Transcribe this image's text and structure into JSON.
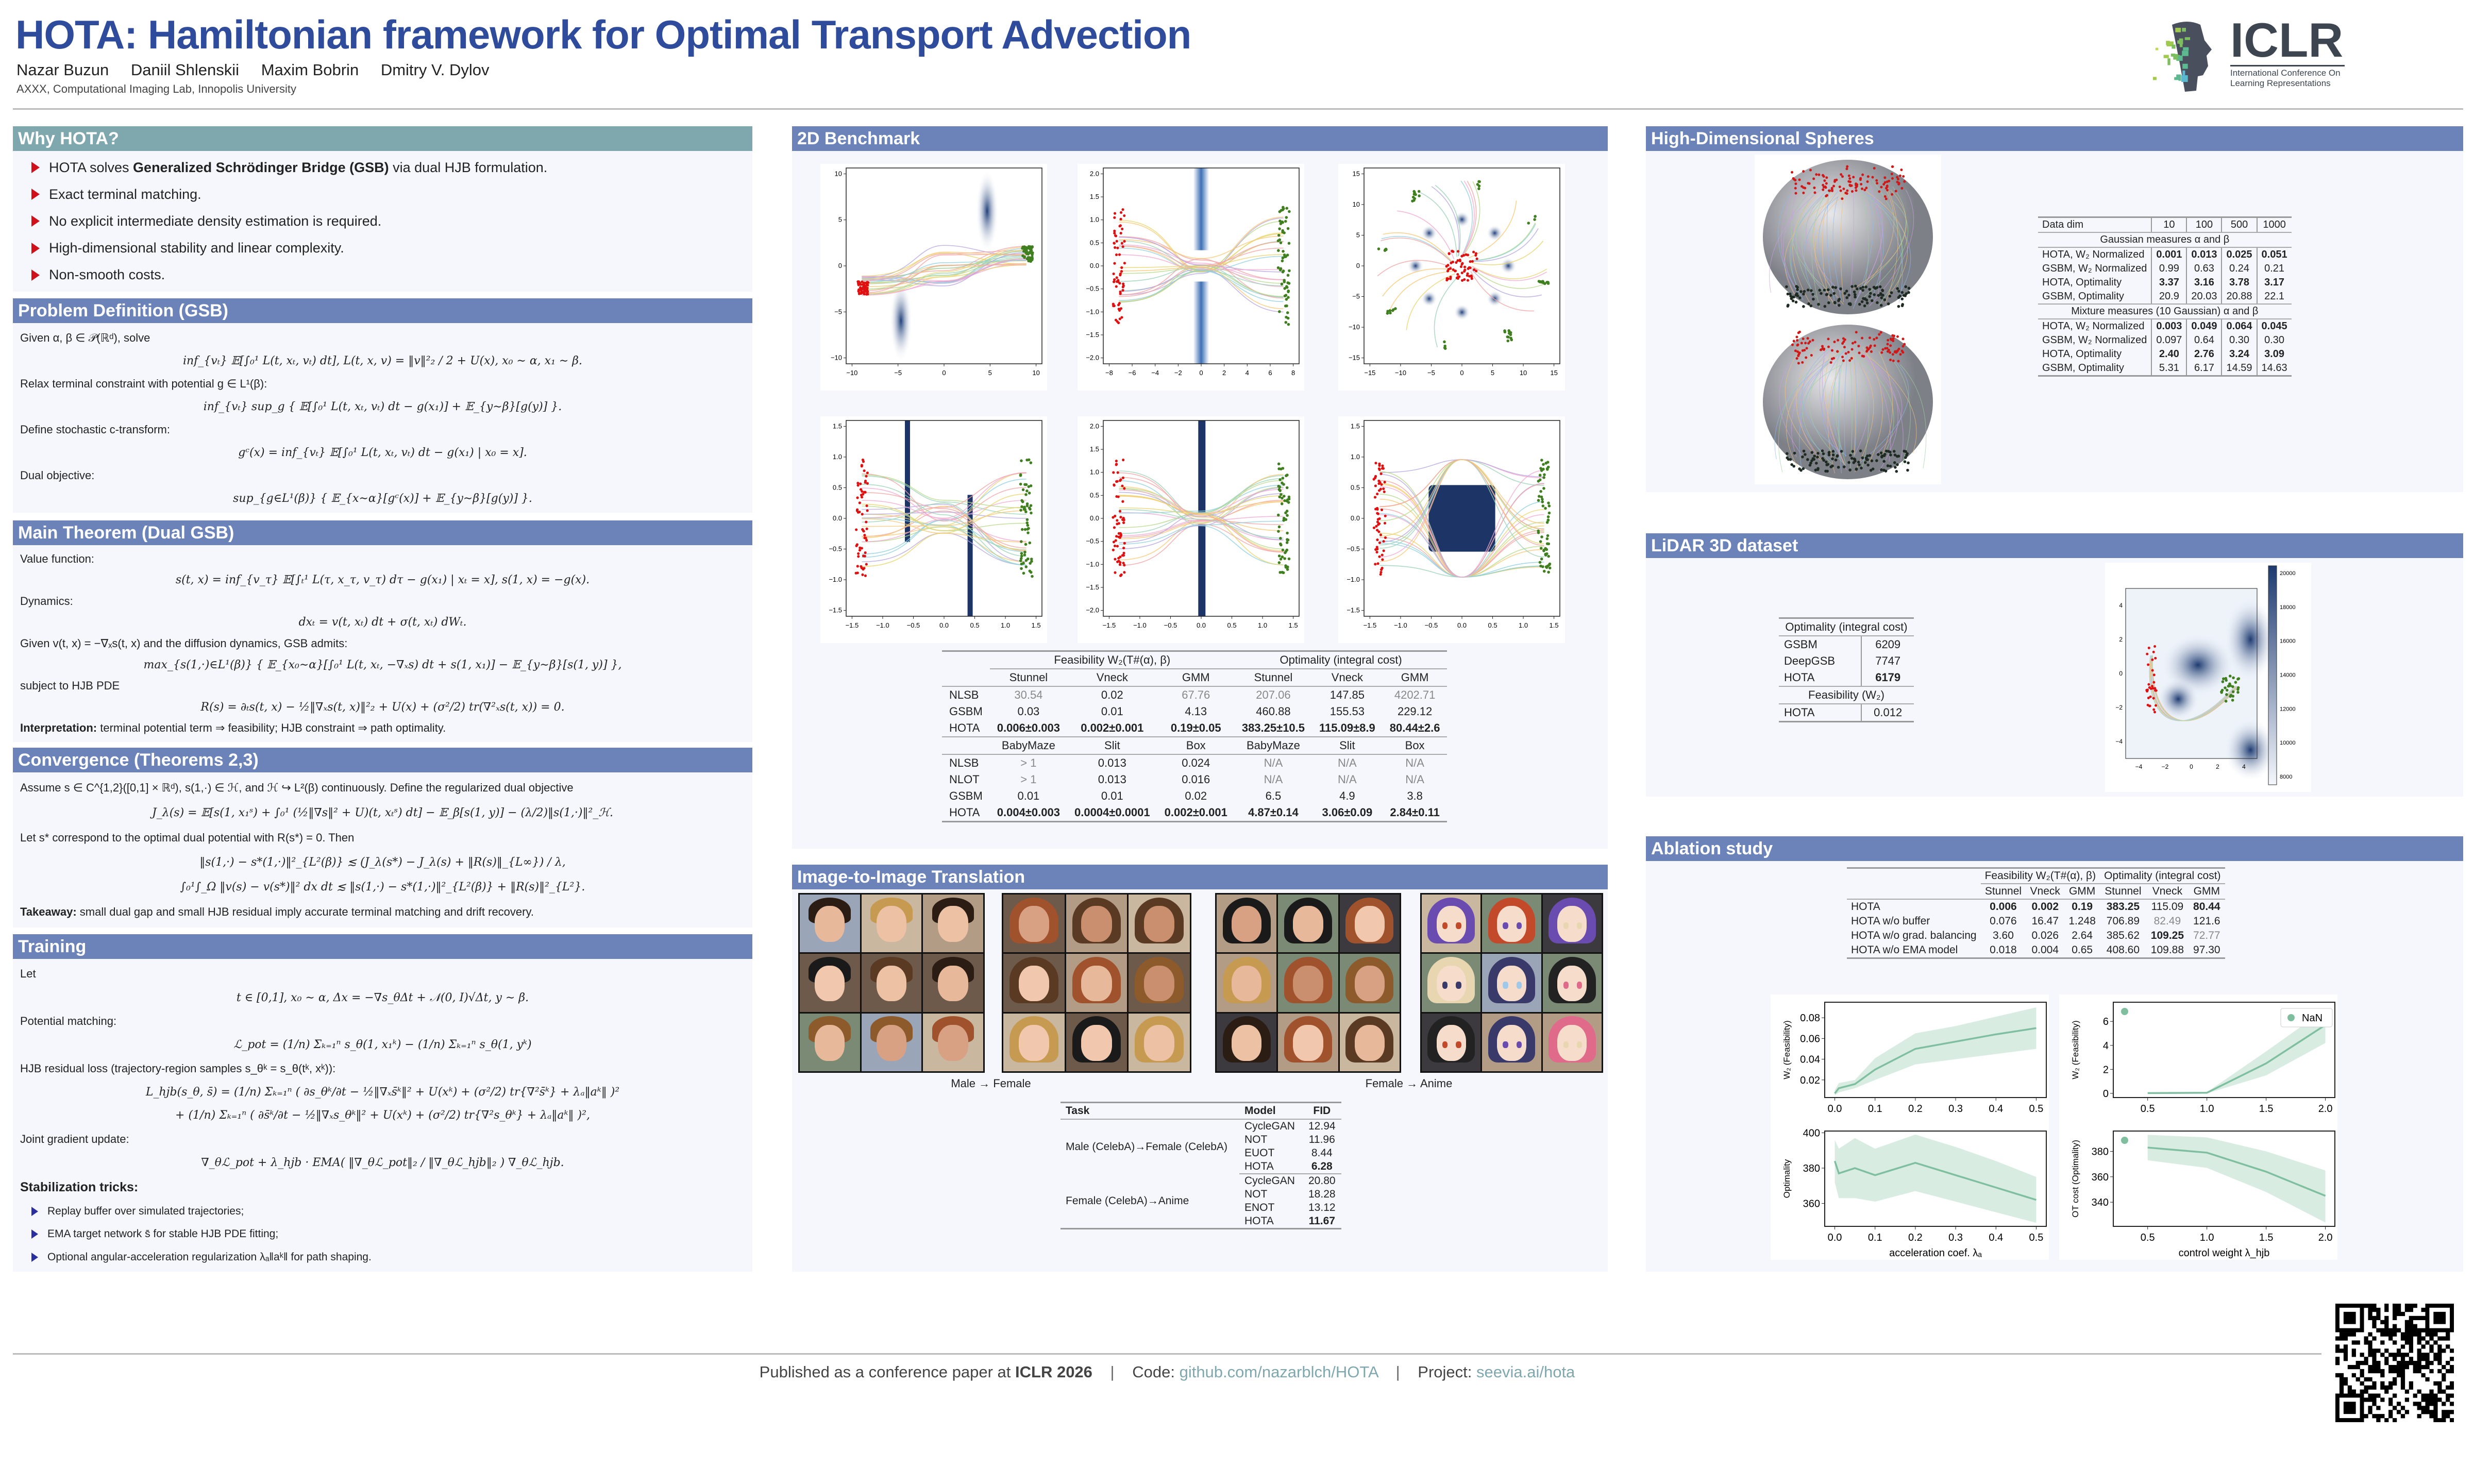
{
  "header": {
    "title": "HOTA: Hamiltonian framework for Optimal Transport Advection",
    "authors": [
      "Nazar Buzun",
      "Daniil Shlenskii",
      "Maxim Bobrin",
      "Dmitry V. Dylov"
    ],
    "affiliation": "AXXX, Computational Imaging Lab, Innopolis University",
    "logo": {
      "text": "ICLR",
      "subtitle_1": "International Conference On",
      "subtitle_2": "Learning Representations"
    }
  },
  "colors": {
    "title": "#2f4b9c",
    "section_header": "#6b83b9",
    "why_header": "#7fa7ae",
    "bullet_red": "#d0101a",
    "bullet_blue": "#2a2fa0",
    "link": "#7fa7ae",
    "series": "#7fbf9f"
  },
  "why": {
    "title": "Why HOTA?",
    "bullets": [
      {
        "pre": "HOTA solves ",
        "bold": "Generalized Schrödinger Bridge (GSB)",
        "post": " via dual HJB formulation."
      },
      {
        "pre": "Exact terminal matching."
      },
      {
        "pre": "No explicit intermediate density estimation is required."
      },
      {
        "pre": "High-dimensional stability and linear complexity."
      },
      {
        "pre": "Non-smooth costs."
      }
    ]
  },
  "problem": {
    "title": "Problem Definition (GSB)",
    "t1": "Given α, β ∈ 𝒫(ℝᵈ), solve",
    "e1": "inf_{vₜ} 𝔼[∫₀¹ L(t, xₜ, vₜ) dt],   L(t, x, v) = ‖v‖²₂ / 2 + U(x),   x₀ ∼ α,  x₁ ∼ β.",
    "t2": "Relax terminal constraint with potential g ∈ L¹(β):",
    "e2": "inf_{vₜ} sup_g { 𝔼[∫₀¹ L(t, xₜ, vₜ) dt − g(x₁)] + 𝔼_{y∼β}[g(y)] }.",
    "t3": "Define stochastic c-transform:",
    "e3": "gᶜ(x) = inf_{vₜ} 𝔼[∫₀¹ L(t, xₜ, vₜ) dt − g(x₁) | x₀ = x].",
    "t4": "Dual objective:",
    "e4": "sup_{g∈L¹(β)} { 𝔼_{x∼α}[gᶜ(x)] + 𝔼_{y∼β}[g(y)] }."
  },
  "theorem": {
    "title": "Main Theorem (Dual GSB)",
    "t1": "Value function:",
    "e1": "s(t, x) = inf_{v_τ} 𝔼[∫ₜ¹ L(τ, x_τ, v_τ) dτ − g(x₁) | xₜ = x],    s(1, x) = −g(x).",
    "t2": "Dynamics:",
    "e2": "dxₜ = v(t, xₜ) dt + σ(t, xₜ) dWₜ.",
    "t3": "Given v(t, x) = −∇ₓs(t, x) and the diffusion dynamics, GSB admits:",
    "e3": "max_{s(1,·)∈L¹(β)} { 𝔼_{x₀∼α}[∫₀¹ L(t, xₜ, −∇ₓs) dt + s(1, x₁)] − 𝔼_{y∼β}[s(1, y)] },",
    "t4": "subject to HJB PDE",
    "e4": "R(s) = ∂ₜs(t, x) − ½‖∇ₓs(t, x)‖²₂ + U(x) + (σ²/2) tr(∇²ₓs(t, x)) = 0.",
    "interp_label": "Interpretation:",
    "interp": " terminal potential term ⇒ feasibility; HJB constraint ⇒ path optimality."
  },
  "convergence": {
    "title": "Convergence (Theorems 2,3)",
    "t1": "Assume s ∈ C^{1,2}([0,1] × ℝᵈ), s(1,·) ∈ ℋ, and ℋ ↪ L²(β) continuously. Define the regularized dual objective",
    "e1": "J_λ(s) = 𝔼[s(1, x₁ˢ) + ∫₀¹ (½‖∇s‖² + U)(t, xₜˢ) dt] − 𝔼_β[s(1, y)] − (λ/2)‖s(1,·)‖²_ℋ.",
    "t2": "Let s* correspond to the optimal dual potential with R(s*) = 0.  Then",
    "e2": "‖s(1,·) − s*(1,·)‖²_{L²(β)} ≲ (J_λ(s*) − J_λ(s) + ‖R(s)‖_{L∞}) / λ,",
    "e3": "∫₀¹∫_Ω ‖v(s) − v(s*)‖² dx dt ≲ ‖s(1,·) − s*(1,·)‖²_{L²(β)} + ‖R(s)‖²_{L²}.",
    "take_label": "Takeaway:",
    "take": " small dual gap and small HJB residual imply accurate terminal matching and drift recovery."
  },
  "training": {
    "title": "Training",
    "t1": "Let",
    "e1": "t ∈ [0,1],   x₀ ∼ α,   Δx = −∇s_θΔt + 𝒩(0, I)√Δt,   y ∼ β.",
    "t2": "Potential matching:",
    "e2": "ℒ_pot = (1/n) Σₖ₌₁ⁿ s_θ(1, x₁ᵏ) − (1/n) Σₖ₌₁ⁿ s_θ(1, yᵏ)",
    "t3": "HJB residual loss (trajectory-region samples s_θᵏ = s_θ(tᵏ, xᵏ)):",
    "e3a": "L_hjb(s_θ, s̄) = (1/n) Σₖ₌₁ⁿ ( ∂s_θᵏ/∂t − ½‖∇ₓs̄ᵏ‖² + U(xᵏ) + (σ²/2) tr{∇²s̄ᵏ} + λₐ‖aᵏ‖ )²",
    "e3b": "+ (1/n) Σₖ₌₁ⁿ ( ∂s̄ᵏ/∂t − ½‖∇ₓs_θᵏ‖² + U(xᵏ) + (σ²/2) tr{∇²s_θᵏ} + λₐ‖aᵏ‖ )²,",
    "t4": "Joint gradient update:",
    "e4": "∇_θℒ_pot + λ_hjb · EMA( ‖∇_θℒ_pot‖₂ / ‖∇_θℒ_hjb‖₂ ) ∇_θℒ_hjb.",
    "stab": "Stabilization tricks:",
    "tricks": [
      "Replay buffer over simulated trajectories;",
      "EMA target network s̄ for stable HJB PDE fitting;",
      "Optional angular-acceleration regularization λₐ‖aᵏ‖ for path shaping."
    ]
  },
  "bench2d": {
    "title": "2D Benchmark",
    "plots": [
      {
        "name": "stunnel",
        "xticks": [
          "−10",
          "−5",
          "0",
          "5",
          "10"
        ],
        "yticks": [
          "10",
          "5",
          "0",
          "−5",
          "−10"
        ]
      },
      {
        "name": "vneck",
        "xticks": [
          "−8",
          "−6",
          "−4",
          "−2",
          "0",
          "2",
          "4",
          "6",
          "8"
        ],
        "yticks": [
          "2.0",
          "1.5",
          "1.0",
          "0.5",
          "0.0",
          "−0.5",
          "−1.0",
          "−1.5",
          "−2.0"
        ]
      },
      {
        "name": "gmm",
        "xticks": [
          "−15",
          "−10",
          "−5",
          "0",
          "5",
          "10",
          "15"
        ],
        "yticks": [
          "15",
          "10",
          "5",
          "0",
          "−5",
          "−10",
          "−15"
        ]
      },
      {
        "name": "babymaze",
        "xticks": [
          "−1.5",
          "−1.0",
          "−0.5",
          "0.0",
          "0.5",
          "1.0",
          "1.5"
        ],
        "yticks": [
          "1.5",
          "1.0",
          "0.5",
          "0.0",
          "−0.5",
          "−1.0",
          "−1.5"
        ]
      },
      {
        "name": "slit",
        "xticks": [
          "−1.5",
          "−1.0",
          "−0.5",
          "0.0",
          "0.5",
          "1.0",
          "1.5"
        ],
        "yticks": [
          "2.0",
          "1.5",
          "1.0",
          "0.5",
          "0.0",
          "−0.5",
          "−1.0",
          "−1.5",
          "−2.0"
        ]
      },
      {
        "name": "box",
        "xticks": [
          "−1.5",
          "−1.0",
          "−0.5",
          "0.0",
          "0.5",
          "1.0",
          "1.5"
        ],
        "yticks": [
          "1.5",
          "1.0",
          "0.5",
          "0.0",
          "−0.5",
          "−1.0",
          "−1.5"
        ]
      }
    ],
    "table": {
      "group_headers": [
        "Feasibility W₂(T#(α), β)",
        "Optimality (integral cost)"
      ],
      "cols_a": [
        "Stunnel",
        "Vneck",
        "GMM",
        "Stunnel",
        "Vneck",
        "GMM"
      ],
      "rows_a": [
        {
          "c": [
            "NLSB",
            "30.54",
            "0.02",
            "67.76",
            "207.06",
            "147.85",
            "4202.71"
          ],
          "gray": [
            1,
            3,
            4,
            6
          ]
        },
        {
          "c": [
            "GSBM",
            "0.03",
            "0.01",
            "4.13",
            "460.88",
            "155.53",
            "229.12"
          ]
        },
        {
          "c": [
            "HOTA",
            "0.006±0.003",
            "0.002±0.001",
            "0.19±0.05",
            "383.25±10.5",
            "115.09±8.9",
            "80.44±2.6"
          ],
          "bold": [
            1,
            2,
            3,
            4,
            5,
            6
          ]
        }
      ],
      "cols_b": [
        "BabyMaze",
        "Slit",
        "Box",
        "BabyMaze",
        "Slit",
        "Box"
      ],
      "rows_b": [
        {
          "c": [
            "NLSB",
            "> 1",
            "0.013",
            "0.024",
            "N/A",
            "N/A",
            "N/A"
          ],
          "gray": [
            1,
            4,
            5,
            6
          ]
        },
        {
          "c": [
            "NLOT",
            "> 1",
            "0.013",
            "0.016",
            "N/A",
            "N/A",
            "N/A"
          ],
          "gray": [
            1,
            4,
            5,
            6
          ]
        },
        {
          "c": [
            "GSBM",
            "0.01",
            "0.01",
            "0.02",
            "6.5",
            "4.9",
            "3.8"
          ]
        },
        {
          "c": [
            "HOTA",
            "0.004±0.003",
            "0.0004±0.0001",
            "0.002±0.001",
            "4.87±0.14",
            "3.06±0.09",
            "2.84±0.11"
          ],
          "bold": [
            1,
            2,
            3,
            4,
            5,
            6
          ]
        }
      ]
    }
  },
  "i2i": {
    "title": "Image-to-Image Translation",
    "caption_1": "Male → Female",
    "caption_2": "Female → Anime",
    "table": {
      "headers": [
        "Task",
        "Model",
        "FID"
      ],
      "groups": [
        {
          "task": "Male (CelebA)→Female (CelebA)",
          "rows": [
            [
              "CycleGAN",
              "12.94"
            ],
            [
              "NOT",
              "11.96"
            ],
            [
              "EUOT",
              "8.44"
            ],
            [
              "HOTA",
              "6.28"
            ]
          ]
        },
        {
          "task": "Female (CelebA)→Anime",
          "rows": [
            [
              "CycleGAN",
              "20.80"
            ],
            [
              "NOT",
              "18.28"
            ],
            [
              "ENOT",
              "13.12"
            ],
            [
              "HOTA",
              "11.67"
            ]
          ]
        }
      ]
    }
  },
  "highdim": {
    "title": "High-Dimensional Spheres",
    "table": {
      "head": [
        "Data dim",
        "10",
        "100",
        "500",
        "1000"
      ],
      "group_1": "Gaussian measures α and β",
      "rows_1": [
        {
          "c": [
            "HOTA, W₂ Normalized",
            "0.001",
            "0.013",
            "0.025",
            "0.051"
          ],
          "bold": [
            1,
            2,
            3,
            4
          ]
        },
        {
          "c": [
            "GSBM, W₂ Normalized",
            "0.99",
            "0.63",
            "0.24",
            "0.21"
          ]
        },
        {
          "c": [
            "HOTA, Optimality",
            "3.37",
            "3.16",
            "3.78",
            "3.17"
          ],
          "bold": [
            1,
            2,
            3,
            4
          ]
        },
        {
          "c": [
            "GSBM, Optimality",
            "20.9",
            "20.03",
            "20.88",
            "22.1"
          ]
        }
      ],
      "group_2": "Mixture measures (10 Gaussian) α and β",
      "rows_2": [
        {
          "c": [
            "HOTA, W₂ Normalized",
            "0.003",
            "0.049",
            "0.064",
            "0.045"
          ],
          "bold": [
            1,
            2,
            3,
            4
          ]
        },
        {
          "c": [
            "GSBM, W₂ Normalized",
            "0.097",
            "0.64",
            "0.30",
            "0.30"
          ]
        },
        {
          "c": [
            "HOTA, Optimality",
            "2.40",
            "2.76",
            "3.24",
            "3.09"
          ],
          "bold": [
            1,
            2,
            3,
            4
          ]
        },
        {
          "c": [
            "GSBM, Optimality",
            "5.31",
            "6.17",
            "14.59",
            "14.63"
          ]
        }
      ]
    }
  },
  "lidar": {
    "title": "LiDAR 3D dataset",
    "table": {
      "head_1": "Optimality (integral cost)",
      "rows_1": [
        {
          "c": [
            "GSBM",
            "6209"
          ]
        },
        {
          "c": [
            "DeepGSB",
            "7747"
          ]
        },
        {
          "c": [
            "HOTA",
            "6179"
          ],
          "bold": [
            1
          ]
        }
      ],
      "head_2": "Feasibility (W₂)",
      "rows_2": [
        {
          "c": [
            "HOTA",
            "0.012"
          ]
        }
      ]
    },
    "plot": {
      "xticks": [
        "−4",
        "−2",
        "0",
        "2",
        "4"
      ],
      "yticks": [
        "4",
        "2",
        "0",
        "−2",
        "−4"
      ],
      "colorbar_ticks": [
        "20000",
        "18000",
        "16000",
        "14000",
        "12000",
        "10000",
        "8000"
      ]
    }
  },
  "ablation": {
    "title": "Ablation study",
    "table": {
      "group_headers": [
        "Feasibility W₂(T#(α), β)",
        "Optimality (integral cost)"
      ],
      "cols": [
        "Stunnel",
        "Vneck",
        "GMM",
        "Stunnel",
        "Vneck",
        "GMM"
      ],
      "rows": [
        {
          "c": [
            "HOTA",
            "0.006",
            "0.002",
            "0.19",
            "383.25",
            "115.09",
            "80.44"
          ],
          "bold": [
            1,
            2,
            3,
            4,
            6
          ]
        },
        {
          "c": [
            "HOTA w/o buffer",
            "0.076",
            "16.47",
            "1.248",
            "706.89",
            "82.49",
            "121.6"
          ],
          "gray": [
            5
          ]
        },
        {
          "c": [
            "HOTA w/o grad. balancing",
            "3.60",
            "0.026",
            "2.64",
            "385.62",
            "109.25",
            "72.77"
          ],
          "bold": [
            5
          ],
          "gray": [
            6
          ]
        },
        {
          "c": [
            "HOTA w/o EMA model",
            "0.018",
            "0.004",
            "0.65",
            "408.60",
            "109.88",
            "97.30"
          ]
        }
      ]
    }
  },
  "chart_data": [
    {
      "type": "area",
      "title": "",
      "xlabel": "",
      "ylabel": "W₂ (Feasibility)",
      "x": [
        0,
        0.01,
        0.05,
        0.1,
        0.2,
        0.3,
        0.4,
        0.5
      ],
      "values": [
        0.007,
        0.012,
        0.016,
        0.03,
        0.05,
        0.057,
        0.064,
        0.07
      ],
      "lower": [
        0.005,
        0.008,
        0.012,
        0.02,
        0.035,
        0.04,
        0.045,
        0.05
      ],
      "upper": [
        0.01,
        0.017,
        0.02,
        0.041,
        0.065,
        0.072,
        0.081,
        0.09
      ],
      "xlim": [
        -0.025,
        0.525
      ],
      "ylim": [
        0.003,
        0.095
      ],
      "xticks": [
        0,
        0.1,
        0.2,
        0.3,
        0.4,
        0.5
      ],
      "xtick_labels": [
        "0.0",
        "0.1",
        "0.2",
        "0.3",
        "0.4",
        "0.5"
      ],
      "yticks": [
        0.02,
        0.04,
        0.06,
        0.08
      ],
      "ytick_labels": [
        "0.02",
        "0.04",
        "0.06",
        "0.08"
      ],
      "grid": false
    },
    {
      "type": "area",
      "title": "",
      "xlabel": "",
      "ylabel": "W₂ (Feasibility)",
      "x": [
        0.5,
        1.0,
        1.5,
        2.0
      ],
      "values": [
        0.02,
        0.05,
        2.5,
        5.7
      ],
      "lower": [
        0.0,
        0.0,
        1.5,
        4.2
      ],
      "upper": [
        0.05,
        0.1,
        3.5,
        7.0
      ],
      "xlim": [
        0.21,
        2.08
      ],
      "ylim": [
        -0.35,
        7.6
      ],
      "xticks": [
        0.5,
        1.0,
        1.5,
        2.0
      ],
      "xtick_labels": [
        "0.5",
        "1.0",
        "1.5",
        "2.0"
      ],
      "yticks": [
        0,
        2,
        4,
        6
      ],
      "ytick_labels": [
        "0",
        "2",
        "4",
        "6"
      ],
      "legend": [
        "NaN"
      ],
      "legend_position": "top-right",
      "grid": false
    },
    {
      "type": "area",
      "title": "",
      "xlabel": "acceleration coef. λₐ",
      "ylabel": "Optimality",
      "x": [
        0,
        0.01,
        0.05,
        0.1,
        0.2,
        0.3,
        0.4,
        0.5
      ],
      "values": [
        384,
        377,
        380,
        376,
        383,
        376,
        369,
        362
      ],
      "lower": [
        372,
        363,
        363,
        361,
        367,
        361,
        355,
        349
      ],
      "upper": [
        396,
        391,
        397,
        391,
        399,
        392,
        384,
        375
      ],
      "xlim": [
        -0.025,
        0.525
      ],
      "ylim": [
        347,
        401
      ],
      "xticks": [
        0,
        0.1,
        0.2,
        0.3,
        0.4,
        0.5
      ],
      "xtick_labels": [
        "0.0",
        "0.1",
        "0.2",
        "0.3",
        "0.4",
        "0.5"
      ],
      "yticks": [
        360,
        380,
        400
      ],
      "ytick_labels": [
        "360",
        "380",
        "400"
      ],
      "grid": false
    },
    {
      "type": "area",
      "title": "",
      "xlabel": "control weight λ_hjb",
      "ylabel": "OT cost (Optimality)",
      "x": [
        0.5,
        1.0,
        1.5,
        2.0
      ],
      "values": [
        383,
        379,
        364,
        345
      ],
      "lower": [
        373,
        367,
        348,
        324
      ],
      "upper": [
        393,
        391,
        380,
        365
      ],
      "xlim": [
        0.21,
        2.08
      ],
      "ylim": [
        321,
        396
      ],
      "xticks": [
        0.5,
        1.0,
        1.5,
        2.0
      ],
      "xtick_labels": [
        "0.5",
        "1.0",
        "1.5",
        "2.0"
      ],
      "yticks": [
        340,
        360,
        380
      ],
      "ytick_labels": [
        "340",
        "360",
        "380"
      ],
      "grid": false
    }
  ],
  "footer": {
    "pub_pre": "Published as a conference paper at ",
    "pub_bold": "ICLR 2026",
    "sep": "|",
    "code_label": "Code: ",
    "code_link": "github.com/nazarblch/HOTA",
    "project_label": "Project: ",
    "project_link": "seevia.ai/hota"
  }
}
